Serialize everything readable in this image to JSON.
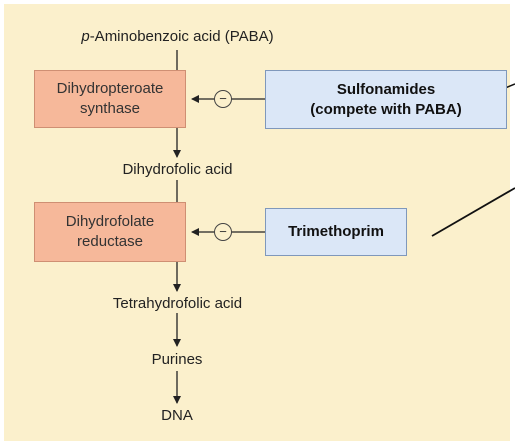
{
  "substrate": {
    "prefix": "p",
    "rest": "-Aminobenzoic acid (PABA)"
  },
  "enzymes": [
    {
      "line1": "Dihydropteroate",
      "line2": "synthase"
    },
    {
      "line1": "Dihydrofolate",
      "line2": "reductase"
    }
  ],
  "drugs": [
    {
      "line1": "Sulfonamides",
      "line2": "(compete with PABA)"
    },
    {
      "line1": "Trimethoprim"
    }
  ],
  "intermediates": [
    "Dihydrofolic acid",
    "Tetrahydrofolic acid",
    "Purines",
    "DNA"
  ],
  "inhibition_symbol": "−",
  "colors": {
    "panel": "#fbf0cc",
    "enzyme_fill": "#f6b89a",
    "drug_fill": "#dbe7f7",
    "drug_border": "#7f98bb"
  }
}
